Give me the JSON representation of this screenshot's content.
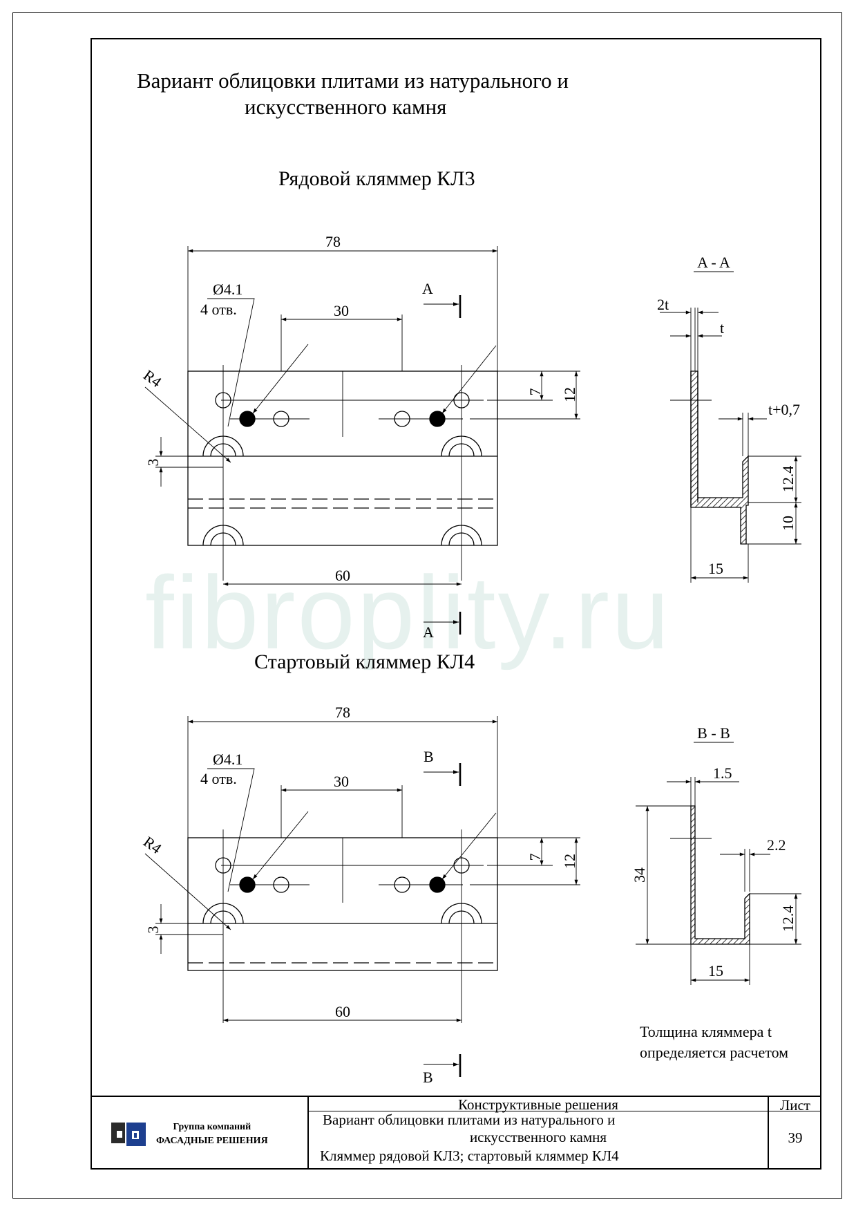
{
  "heading": {
    "line1": "Вариант облицовки плитами из натурального и",
    "line2": "искусственного камня"
  },
  "watermark": "fibroplity.ru",
  "sections": [
    {
      "title": "Рядовой кляммер КЛ3",
      "plan": {
        "overall_width": "78",
        "hole_spacing": "30",
        "mount_spacing": "60",
        "hole_diameter": "Ø4.1",
        "hole_count": "4 отв.",
        "radius": "R4",
        "dim_7": "7",
        "dim_12": "12",
        "dim_3": "3",
        "section_mark": "A"
      },
      "section": {
        "title": "A - A",
        "dim_2t": "2t",
        "dim_t": "t",
        "dim_t07": "t+0,7",
        "dim_12_4": "12.4",
        "dim_10": "10",
        "dim_15": "15"
      }
    },
    {
      "title": "Стартовый кляммер КЛ4",
      "plan": {
        "overall_width": "78",
        "hole_spacing": "30",
        "mount_spacing": "60",
        "hole_diameter": "Ø4.1",
        "hole_count": "4 отв.",
        "radius": "R4",
        "dim_7": "7",
        "dim_12": "12",
        "dim_3": "3",
        "section_mark": "B"
      },
      "section": {
        "title": "B - B",
        "dim_1_5": "1.5",
        "dim_2_2": "2.2",
        "dim_34": "34",
        "dim_12_4": "12.4",
        "dim_15": "15"
      }
    }
  ],
  "note": {
    "line1": "Толщина кляммера t",
    "line2": "определяется расчетом"
  },
  "title_block": {
    "company_line1": "Группа компаний",
    "company_line2": "ФАСАДНЫЕ РЕШЕНИЯ",
    "category": "Конструктивные решения",
    "desc_line1": "Вариант облицовки плитами из натурального и",
    "desc_line2": "искусственного камня",
    "desc_line3": "Кляммер рядовой  КЛ3; стартовый кляммер КЛ4",
    "sheet_label": "Лист",
    "sheet_number": "39"
  }
}
